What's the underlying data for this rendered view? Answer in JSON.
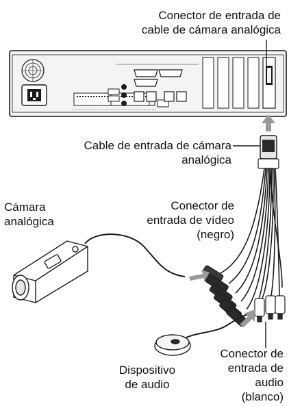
{
  "labels": {
    "connector_camera_cable": [
      "Conector de entrada de",
      "cable de cámara analógica"
    ],
    "camera_input_cable": [
      "Cable de entrada de cámara",
      "analógica"
    ],
    "analog_camera": [
      "Cámara",
      "analógica"
    ],
    "video_input_connector": [
      "Conector de",
      "entrada de vídeo",
      "(negro)"
    ],
    "audio_device": [
      "Dispositivo",
      "de audio"
    ],
    "audio_input_connector": [
      "Conector de",
      "entrada de",
      "audio",
      "(blanco)"
    ]
  },
  "colors": {
    "stroke": "#1a1a1a",
    "arrow": "#9a9a9a",
    "panel": "#f4f4f4",
    "plug_dark": "#2a2a2a"
  },
  "icons": [
    "power-inlet-icon",
    "fan-icon",
    "usb-port-icon",
    "ethernet-port-icon",
    "vga-port-icon",
    "arrow-up-icon"
  ]
}
